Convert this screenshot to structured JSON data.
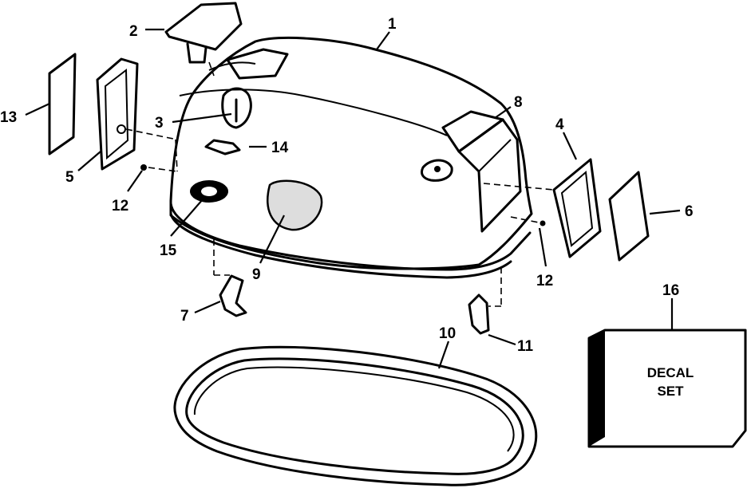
{
  "callouts": {
    "c1": "1",
    "c2": "2",
    "c3": "3",
    "c4": "4",
    "c5": "5",
    "c6": "6",
    "c7": "7",
    "c8": "8",
    "c9": "9",
    "c10": "10",
    "c11": "11",
    "c12a": "12",
    "c12b": "12",
    "c13": "13",
    "c14": "14",
    "c15": "15",
    "c16": "16"
  },
  "decal_box": {
    "line1": "DECAL",
    "line2": "SET"
  },
  "colors": {
    "ink": "#000000",
    "paper": "#ffffff",
    "hood_fill": "#fafafa"
  }
}
